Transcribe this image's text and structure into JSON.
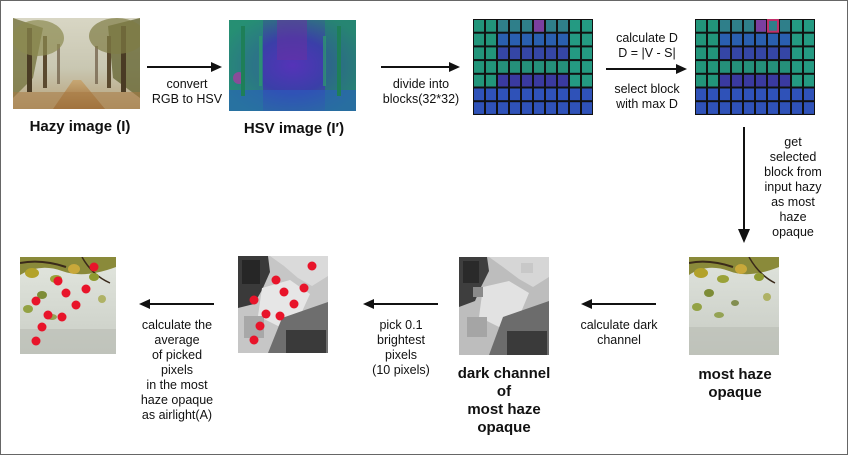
{
  "images": {
    "hazy": {
      "caption": "Hazy image (I)"
    },
    "hsv": {
      "caption": "HSV image (I′)"
    },
    "most_haze": {
      "caption_lines": [
        "most haze",
        "opaque"
      ]
    },
    "dark_channel": {
      "caption_lines": [
        "dark channel",
        "of",
        "most haze",
        "opaque"
      ]
    }
  },
  "steps": {
    "convert": [
      "convert",
      "RGB to HSV"
    ],
    "divide": [
      "divide into",
      "blocks(32*32)"
    ],
    "calc_d": [
      "calculate D",
      "D = |V - S|"
    ],
    "select_block": [
      "select block",
      "with max D"
    ],
    "get_selected": [
      "get",
      "selected",
      "block from",
      "input hazy",
      "as most",
      "haze",
      "opaque"
    ],
    "dark_calc": [
      "calculate dark",
      "channel"
    ],
    "pick": [
      "pick 0.1",
      "brightest",
      "pixels",
      "(10 pixels)"
    ],
    "average": [
      "calculate the",
      "average",
      "of picked",
      "pixels",
      "in the most",
      "haze opaque",
      "as airlight(A)"
    ]
  },
  "colors": {
    "arrow": "#111111",
    "pixel_dot": "#e8142a",
    "selected_block": "#c0306a"
  }
}
